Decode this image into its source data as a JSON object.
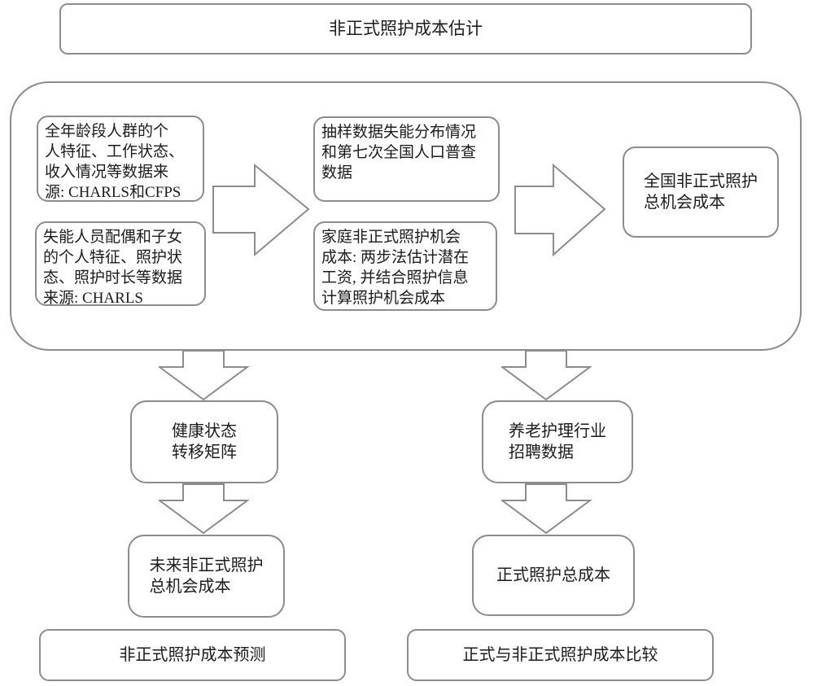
{
  "title_box": {
    "label": "非正式照护成本估计"
  },
  "main_container": {
    "left_boxes": [
      {
        "label": "全年龄段人群的个\n人特征、工作状态、\n收入情况等数据来\n源: CHARLS和CFPS"
      },
      {
        "label": "失能人员配偶和子女\n的个人特征、照护状\n态、照护时长等数据\n来源: CHARLS"
      }
    ],
    "middle_boxes": [
      {
        "label": "抽样数据失能分布情况\n和第七次全国人口普查\n数据"
      },
      {
        "label": "家庭非正式照护机会\n成本: 两步法估计潜在\n工资, 并结合照护信息\n计算照护机会成本"
      }
    ],
    "right_box": {
      "label": "全国非正式照护\n总机会成本"
    }
  },
  "left_branch": {
    "box1": {
      "label": "健康状态\n转移矩阵"
    },
    "box2": {
      "label": "未来非正式照护\n总机会成本"
    },
    "bottom": {
      "label": "非正式照护成本预测"
    }
  },
  "right_branch": {
    "box1": {
      "label": "养老护理行业\n招聘数据"
    },
    "box2": {
      "label": "正式照护总成本"
    },
    "bottom": {
      "label": "正式与非正式照护成本比较"
    }
  },
  "icons": {
    "arrow_right": "block-arrow-right",
    "arrow_down": "block-arrow-down"
  },
  "colors": {
    "border": "#8c8c8c",
    "text": "#1c1c1c",
    "background": "#ffffff"
  }
}
